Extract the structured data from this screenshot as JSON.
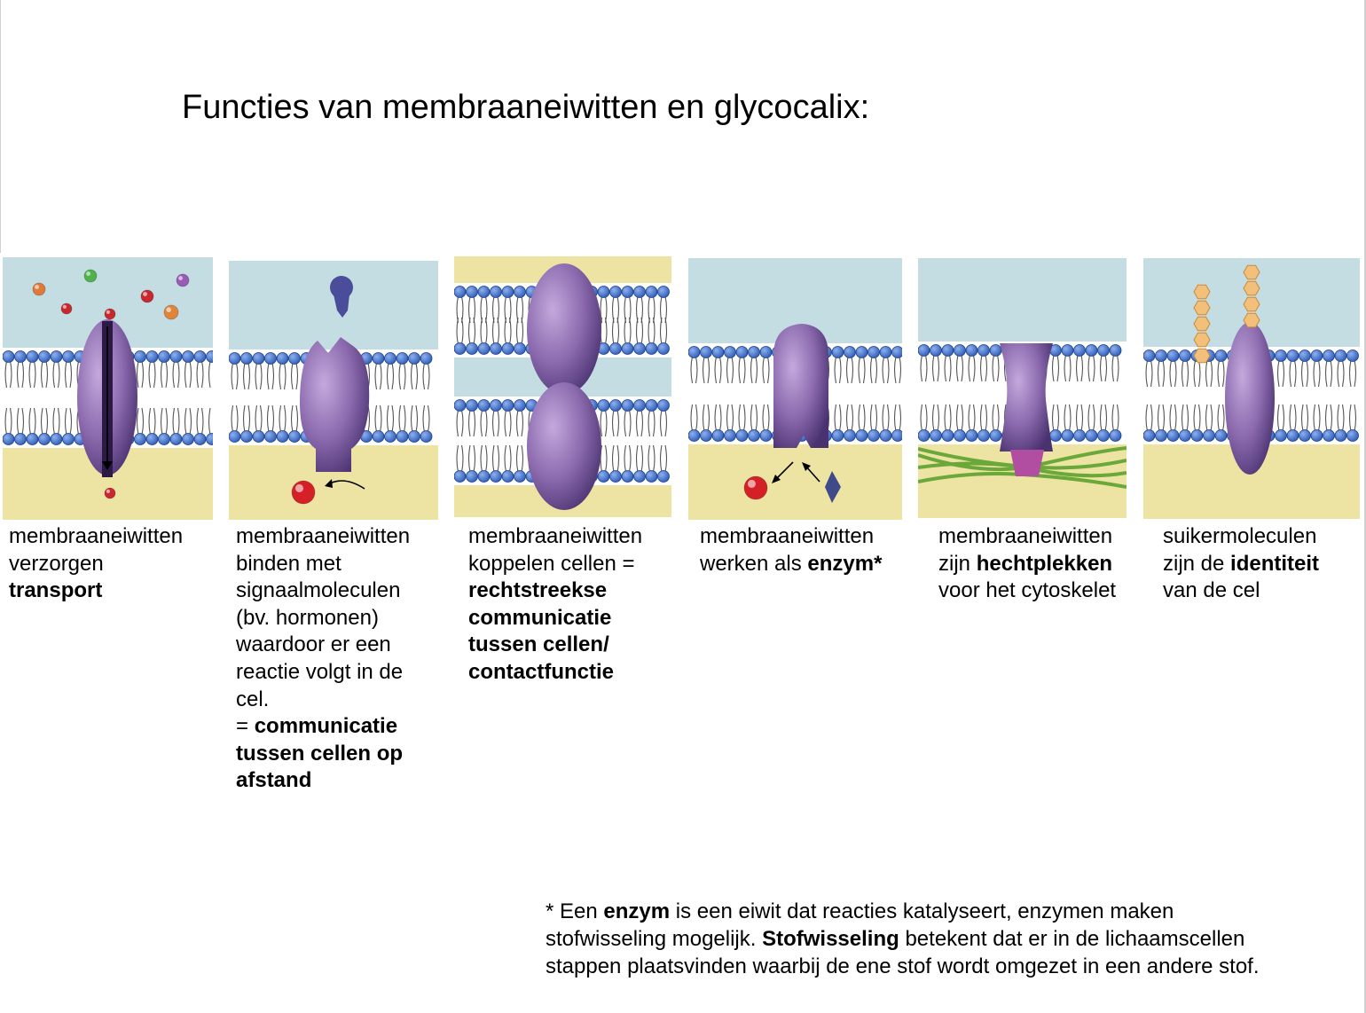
{
  "title": "Functies van membraaneiwitten en glycocalix:",
  "colors": {
    "extracellular": "#c4dde2",
    "cytoplasm": "#ede3a2",
    "lipid_head": "#2e5db8",
    "protein": "#8a69ad",
    "protein_dark": "#4a3270",
    "cytoskeleton": "#6aa83a",
    "sugar": "#f2c07a"
  },
  "panels": [
    {
      "id": "transport",
      "caption": [
        [
          {
            "t": "membraaneiwitten"
          }
        ],
        [
          {
            "t": "verzorgen"
          }
        ],
        [
          {
            "t": "transport",
            "b": true
          }
        ]
      ]
    },
    {
      "id": "signal",
      "caption": [
        [
          {
            "t": "membraaneiwitten"
          }
        ],
        [
          {
            "t": "binden met"
          }
        ],
        [
          {
            "t": "signaalmoleculen"
          }
        ],
        [
          {
            "t": "(bv. hormonen)"
          }
        ],
        [
          {
            "t": "waardoor er een"
          }
        ],
        [
          {
            "t": "reactie volgt in de"
          }
        ],
        [
          {
            "t": "cel."
          }
        ],
        [
          {
            "t": "= "
          },
          {
            "t": "communicatie",
            "b": true
          }
        ],
        [
          {
            "t": "tussen cellen op",
            "b": true
          }
        ],
        [
          {
            "t": "afstand",
            "b": true
          }
        ]
      ]
    },
    {
      "id": "junction",
      "caption": [
        [
          {
            "t": "membraaneiwitten"
          }
        ],
        [
          {
            "t": "koppelen cellen ="
          }
        ],
        [
          {
            "t": "rechtstreekse",
            "b": true
          }
        ],
        [
          {
            "t": "communicatie",
            "b": true
          }
        ],
        [
          {
            "t": "tussen cellen/",
            "b": true
          }
        ],
        [
          {
            "t": "contactfunctie",
            "b": true
          }
        ]
      ]
    },
    {
      "id": "enzyme",
      "caption": [
        [
          {
            "t": "membraaneiwitten"
          }
        ],
        [
          {
            "t": "werken als "
          },
          {
            "t": "enzym*",
            "b": true
          }
        ]
      ]
    },
    {
      "id": "anchor",
      "caption": [
        [
          {
            "t": "membraaneiwitten"
          }
        ],
        [
          {
            "t": "zijn "
          },
          {
            "t": "hechtplekken",
            "b": true
          }
        ],
        [
          {
            "t": "voor het cytoskelet"
          }
        ]
      ]
    },
    {
      "id": "identity",
      "caption": [
        [
          {
            "t": "suikermoleculen"
          }
        ],
        [
          {
            "t": "zijn de "
          },
          {
            "t": "identiteit",
            "b": true
          }
        ],
        [
          {
            "t": "van de cel"
          }
        ]
      ]
    }
  ],
  "footnote": [
    [
      {
        "t": "* Een "
      },
      {
        "t": "enzym",
        "b": true
      },
      {
        "t": " is een eiwit dat reacties katalyseert, enzymen maken"
      }
    ],
    [
      {
        "t": "stofwisseling mogelijk. "
      },
      {
        "t": "Stofwisseling",
        "b": true
      },
      {
        "t": " betekent dat er in de lichaamscellen"
      }
    ],
    [
      {
        "t": "stappen plaatsvinden waarbij de ene stof wordt omgezet in een andere stof."
      }
    ]
  ]
}
